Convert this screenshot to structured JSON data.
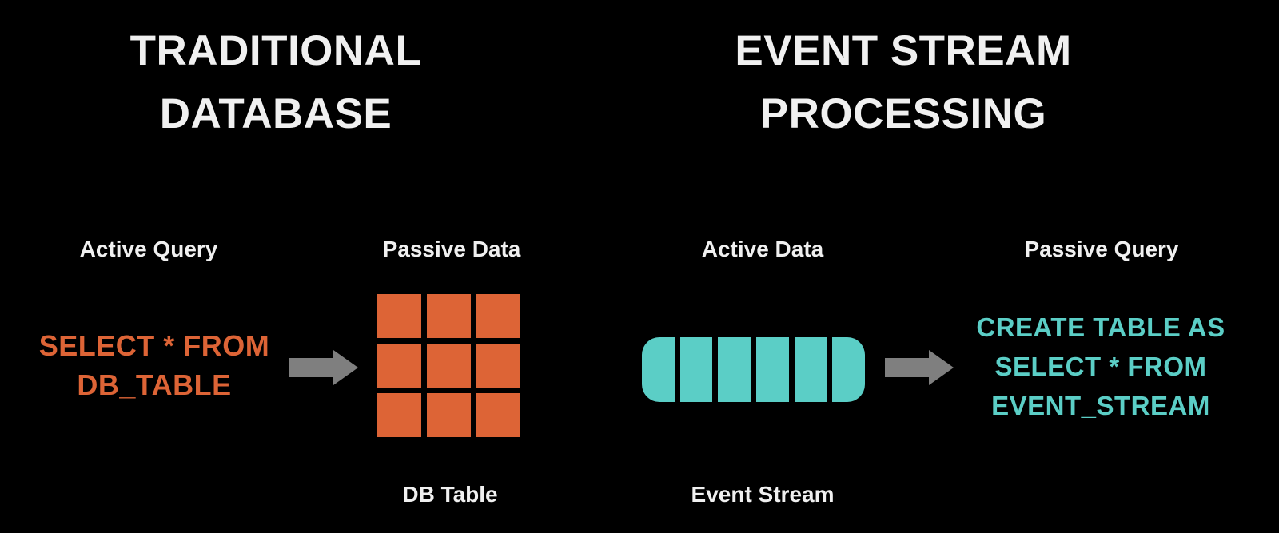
{
  "colors": {
    "background": "#000000",
    "title": "#f0f0f0",
    "orange": "#dd6436",
    "teal": "#5bcec6",
    "arrow": "#7f7f7f"
  },
  "left_panel": {
    "title_line1": "TRADITIONAL",
    "title_line2": "DATABASE",
    "query_label": "Active Query",
    "data_label": "Passive Data",
    "sql_line1": "SELECT * FROM",
    "sql_line2": "DB_TABLE",
    "artifact_label": "DB Table"
  },
  "right_panel": {
    "title_line1": "EVENT STREAM",
    "title_line2": "PROCESSING",
    "data_label": "Active Data",
    "query_label": "Passive Query",
    "sql_line1": "CREATE TABLE AS",
    "sql_line2": "SELECT * FROM",
    "sql_line3": "EVENT_STREAM",
    "artifact_label": "Event Stream"
  },
  "diagram": {
    "db_grid": {
      "rows": 3,
      "cols": 3
    },
    "stream_segments": 6,
    "icons": {
      "left_flow": "arrow-right-icon",
      "right_flow": "arrow-right-icon"
    }
  }
}
